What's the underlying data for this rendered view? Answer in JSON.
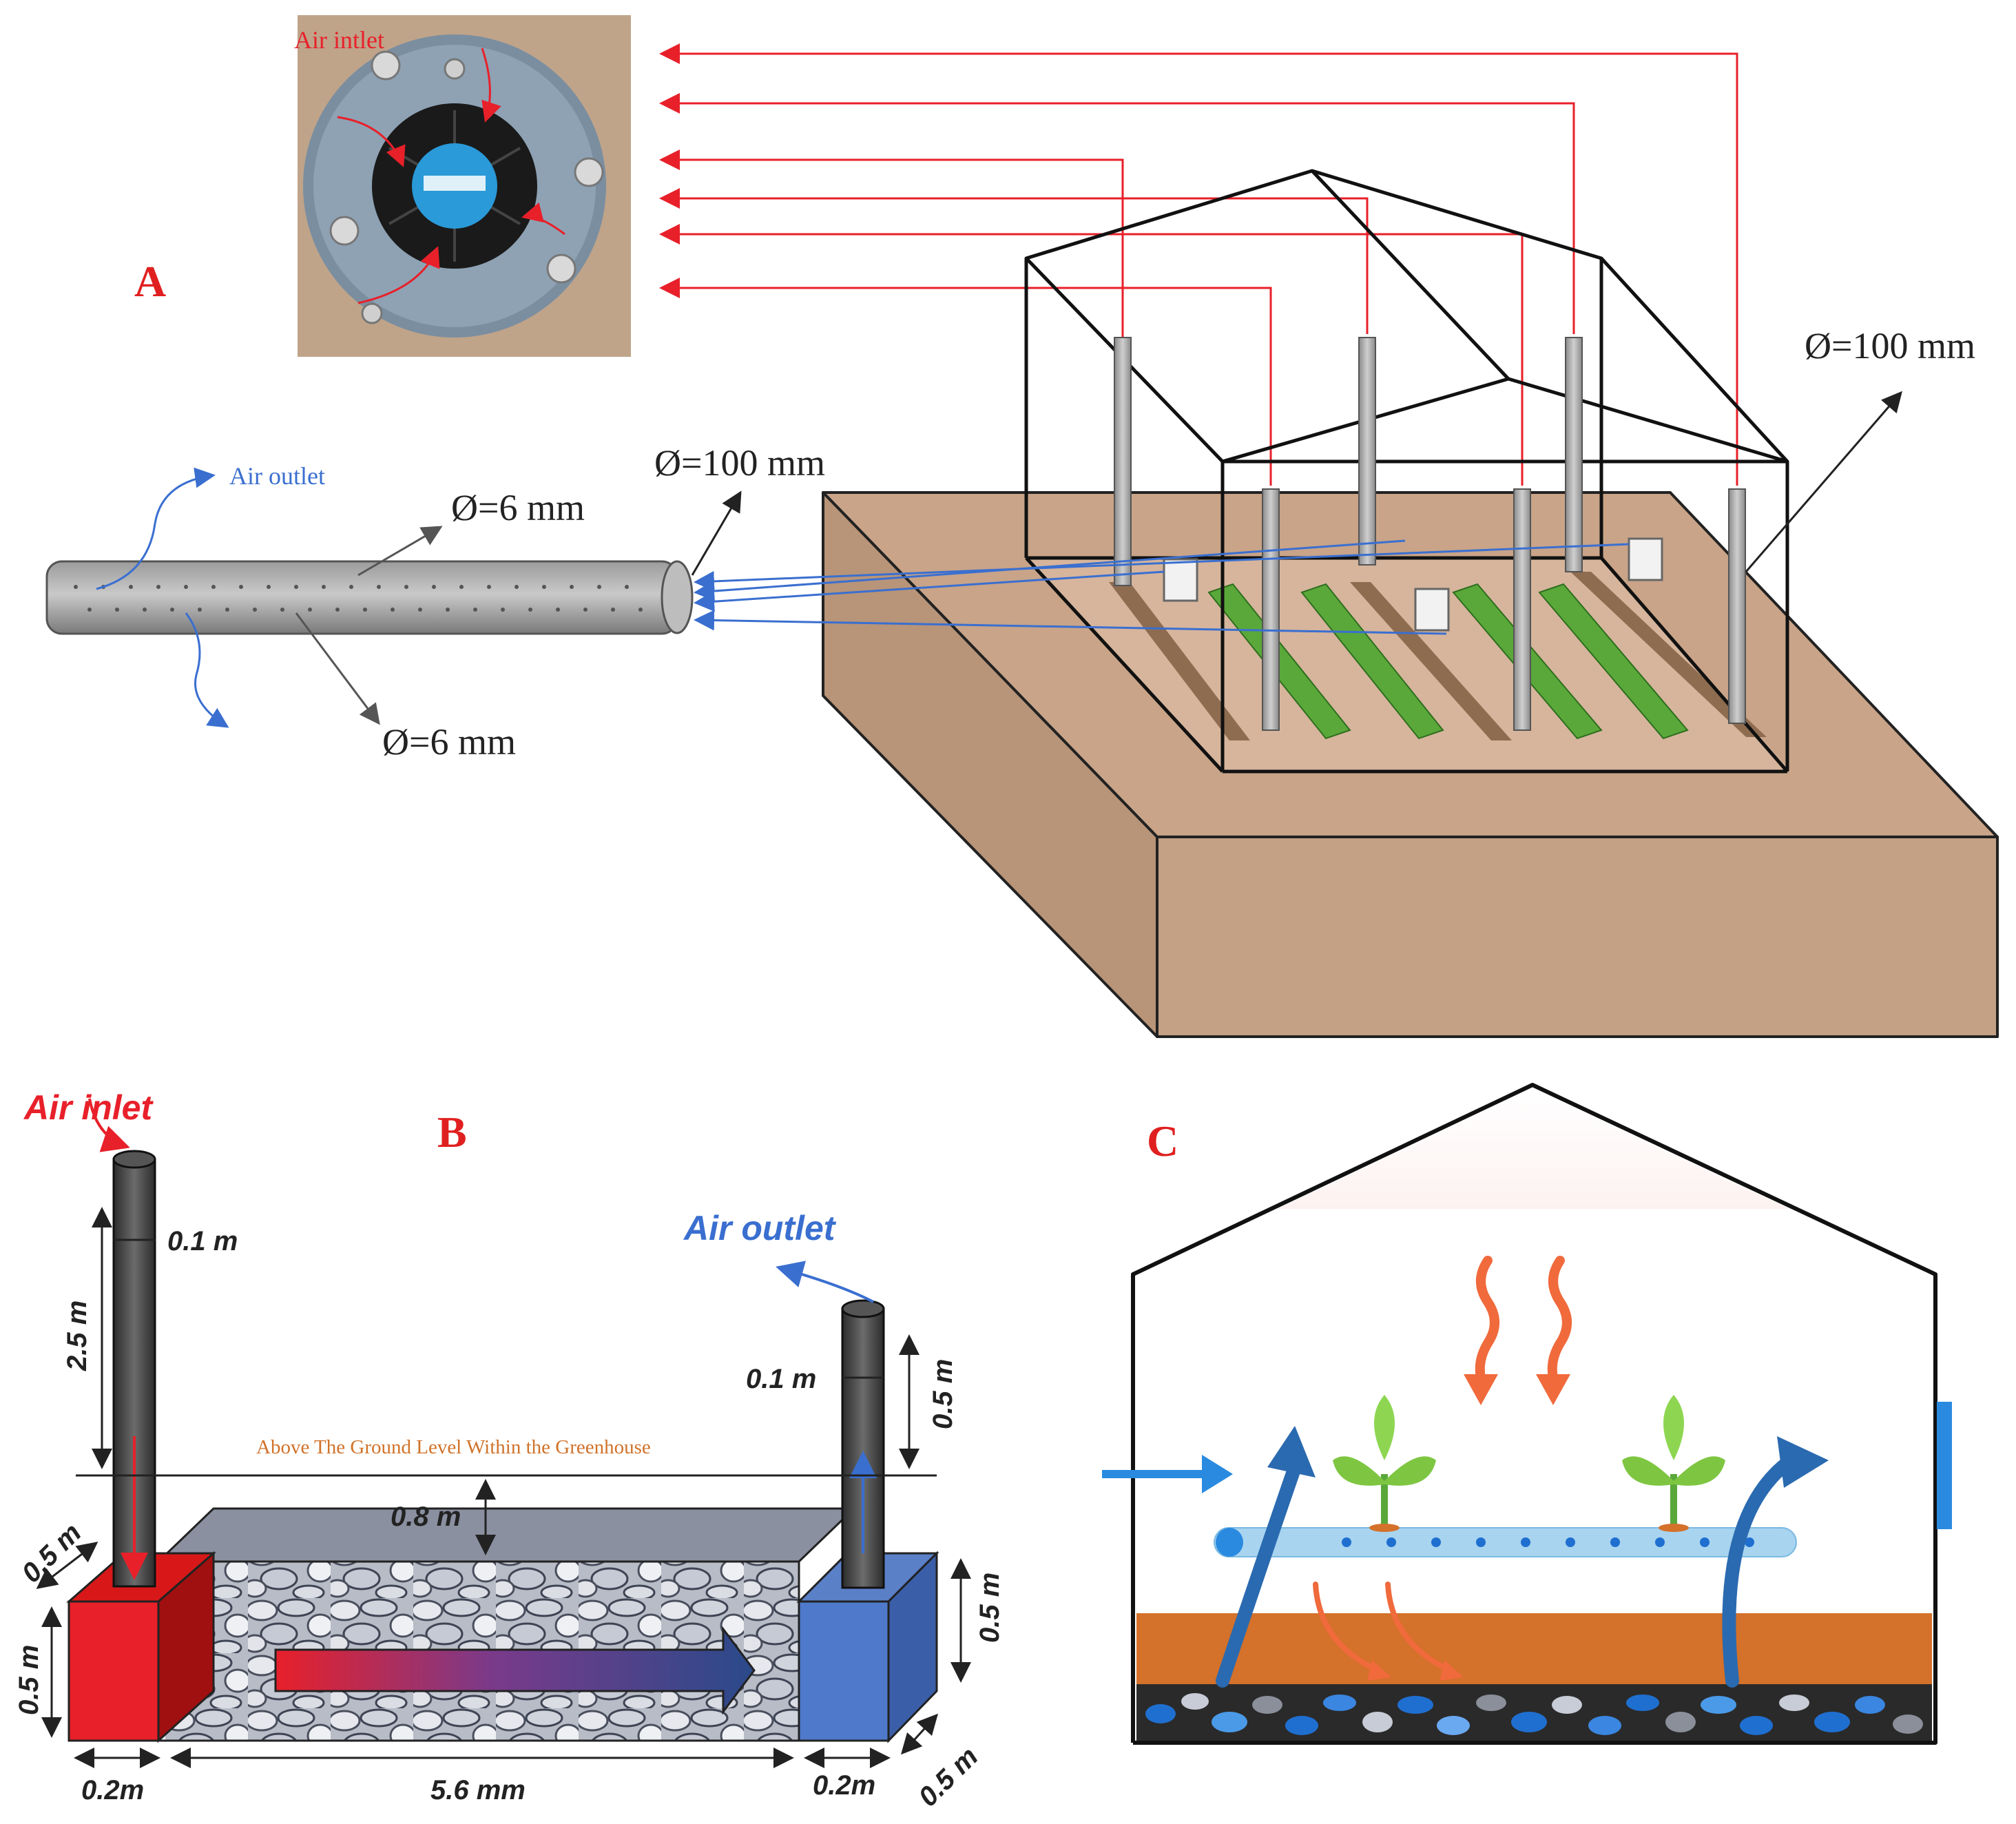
{
  "panels": {
    "a": {
      "letter": "A",
      "air_intlet_label": "Air intlet",
      "air_outlet_label": "Air outlet",
      "pipe_diameter_label": "Ø=100 mm",
      "hole_diameter_top_label": "Ø=6 mm",
      "hole_diameter_bottom_label": "Ø=6 mm",
      "riser_diameter_label": "Ø=100 mm"
    },
    "b": {
      "letter": "B",
      "air_inlet_label": "Air inlet",
      "air_outlet_label": "Air outlet",
      "ground_level_label": "Above The Ground Level Within the Greenhouse",
      "dim_inlet_pipe_diameter": "0.1 m",
      "dim_inlet_pipe_height": "2.5 m",
      "dim_outlet_pipe_diameter": "0.1 m",
      "dim_outlet_pipe_height": "0.5 m",
      "dim_depth_below_ground": "0.8 m",
      "dim_left_box_depth": "0.5 m",
      "dim_left_box_height": "0.5 m",
      "dim_left_box_width": "0.2m",
      "dim_bed_length": "5.6 mm",
      "dim_right_box_width": "0.2m",
      "dim_right_box_depth": "0.5 m",
      "dim_right_box_height": "0.5 m"
    },
    "c": {
      "letter": "C"
    }
  },
  "colors": {
    "air_in_red": "#e8202a",
    "air_out_blue": "#3a70c0",
    "soil": "#c9a488",
    "plant_green": "#5aa83a",
    "orange_soil": "#d4712a",
    "heat_orange": "#f06a3c"
  }
}
